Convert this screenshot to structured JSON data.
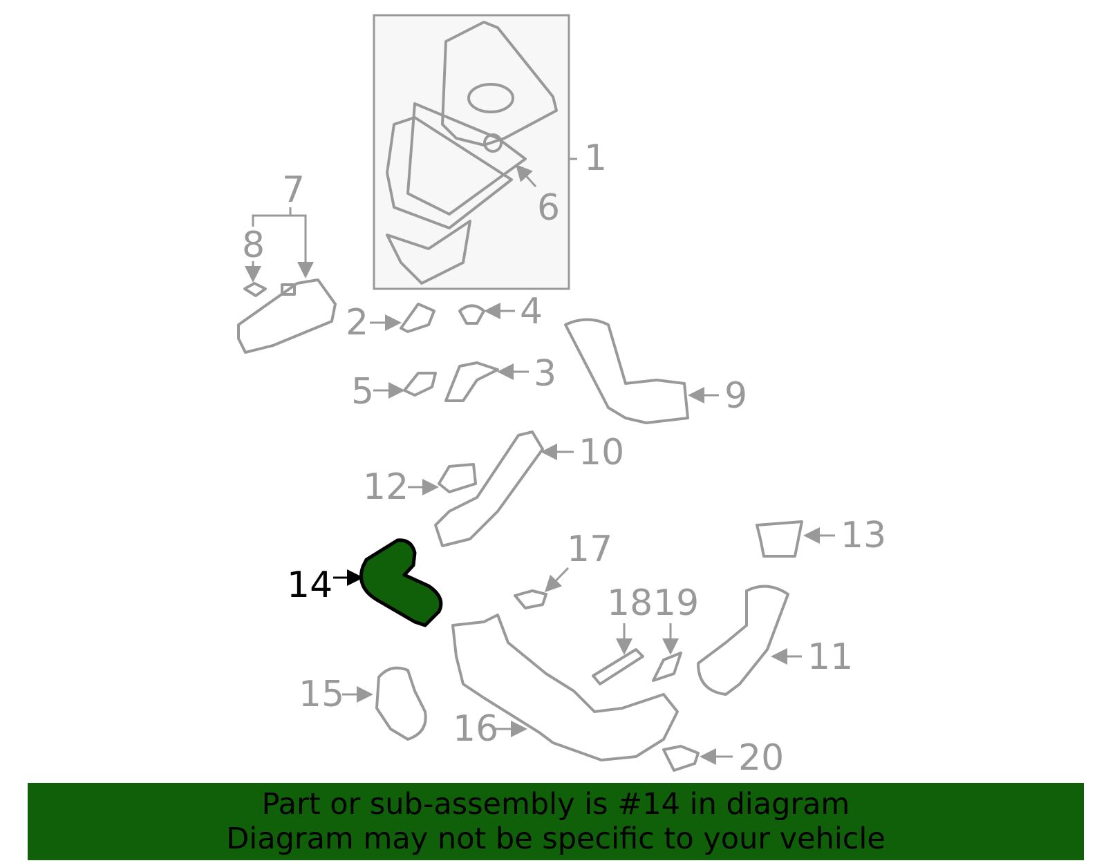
{
  "diagram": {
    "highlighted_part": "14",
    "highlight_color": "#0f6008",
    "line_color": "#999999",
    "labels": [
      "1",
      "2",
      "3",
      "4",
      "5",
      "6",
      "7",
      "8",
      "9",
      "10",
      "11",
      "12",
      "13",
      "14",
      "15",
      "16",
      "17",
      "18",
      "19",
      "20"
    ]
  },
  "banner": {
    "line1": "Part or sub-assembly is #14 in diagram",
    "line2": "Diagram may not be specific to your vehicle"
  }
}
